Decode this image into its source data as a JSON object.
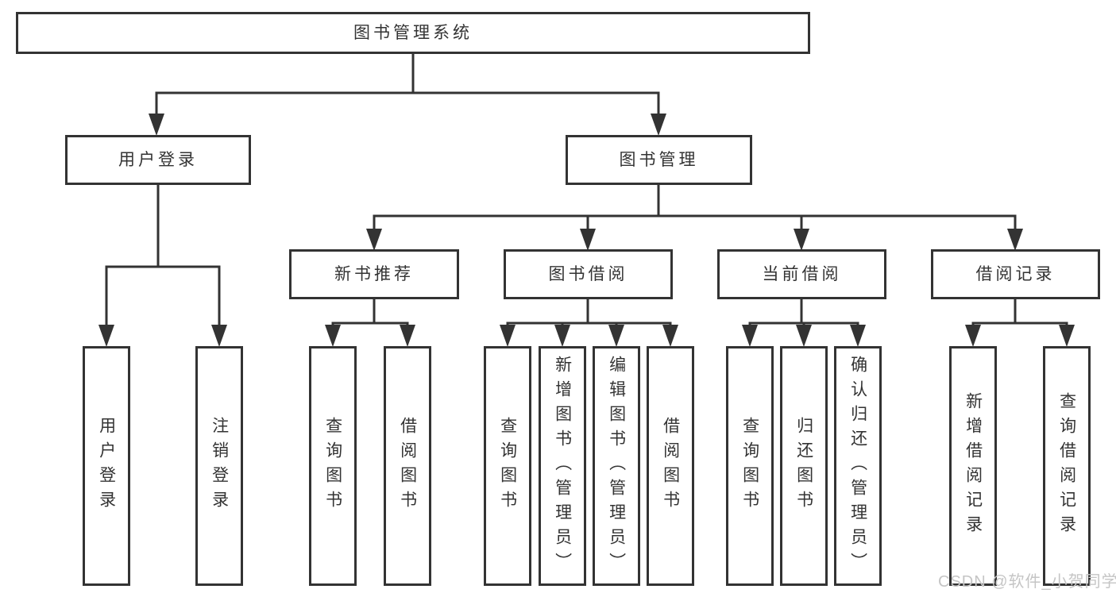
{
  "tree": {
    "label": "图书管理系统",
    "children": [
      {
        "label": "用户登录",
        "children": [
          {
            "label": "用户登录"
          },
          {
            "label": "注销登录"
          }
        ]
      },
      {
        "label": "图书管理",
        "children": [
          {
            "label": "新书推荐",
            "children": [
              {
                "label": "查询图书"
              },
              {
                "label": "借阅图书"
              }
            ]
          },
          {
            "label": "图书借阅",
            "children": [
              {
                "label": "查询图书"
              },
              {
                "label": "新增图书（管理员）"
              },
              {
                "label": "编辑图书（管理员）"
              },
              {
                "label": "借阅图书"
              }
            ]
          },
          {
            "label": "当前借阅",
            "children": [
              {
                "label": "查询图书"
              },
              {
                "label": "归还图书"
              },
              {
                "label": "确认归还（管理员）"
              }
            ]
          },
          {
            "label": "借阅记录",
            "children": [
              {
                "label": "新增借阅记录"
              },
              {
                "label": "查询借阅记录"
              }
            ]
          }
        ]
      }
    ]
  },
  "watermark": {
    "text": "CSDN @软件_小贺同学"
  },
  "colors": {
    "line": "#333333",
    "box_border": "#333333",
    "text": "#333333",
    "watermark": "#c5c5c5",
    "background": "#ffffff"
  }
}
